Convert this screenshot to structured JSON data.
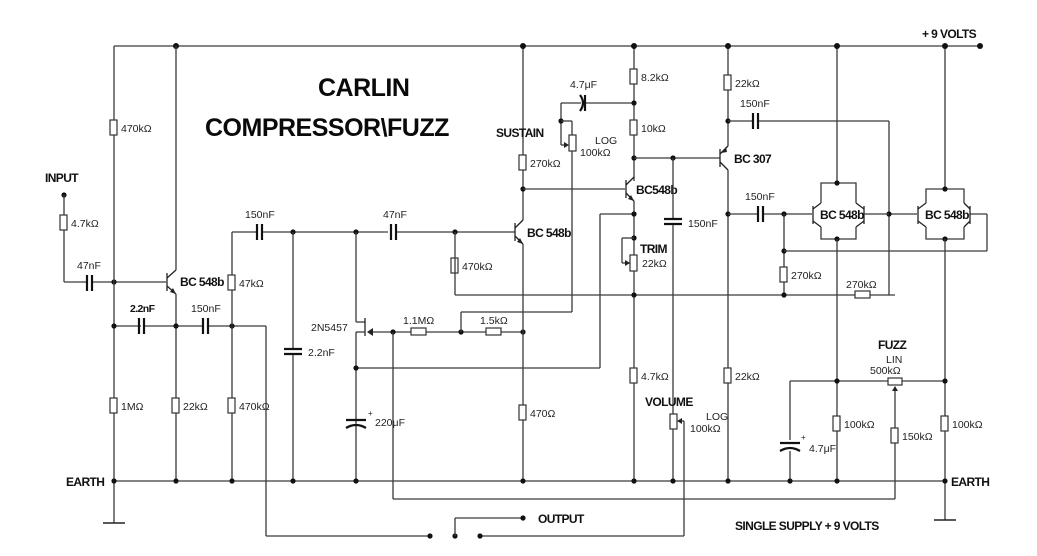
{
  "title": {
    "line1": "CARLIN",
    "line2": "COMPRESSOR\\FUZZ"
  },
  "labels": {
    "supply": "+ 9 VOLTS",
    "input": "INPUT",
    "output": "OUTPUT",
    "earth_left": "EARTH",
    "earth_right": "EARTH",
    "sustain": "SUSTAIN",
    "trim": "TRIM",
    "volume": "VOLUME",
    "fuzz": "FUZZ",
    "footer": "SINGLE SUPPLY + 9 VOLTS"
  },
  "transistors": {
    "q1": "BC 548b",
    "q2": "BC 548b",
    "q3": "BC548b",
    "q4": "BC 307",
    "q5": "BC 548b",
    "q6": "BC 548b",
    "jfet": "2N5457"
  },
  "resistors": {
    "r_in": "4.7kΩ",
    "r_q1_bias_top": "470kΩ",
    "r_q1_bias_bot": "1MΩ",
    "r_q1_emitter": "22kΩ",
    "r_47k": "47kΩ",
    "r_470k_low": "470kΩ",
    "r_q2_bias": "470kΩ",
    "r_1m1": "1.1MΩ",
    "r_1k5": "1.5kΩ",
    "r_q2_collector": "270kΩ",
    "r_q2_emitter": "470Ω",
    "r_8k2": "8.2kΩ",
    "r_10k": "10kΩ",
    "r_4k7_q3": "4.7kΩ",
    "r_q4_collector": "22kΩ",
    "r_q4_emitter": "22kΩ",
    "r_270k_a": "270kΩ",
    "r_270k_b": "270kΩ",
    "r_100k_a": "100kΩ",
    "r_100k_b": "100kΩ",
    "r_150k": "150kΩ"
  },
  "pots": {
    "sustain": {
      "taper": "LOG",
      "value": "100kΩ"
    },
    "trim": {
      "value": "22kΩ"
    },
    "volume": {
      "taper": "LOG",
      "value": "100kΩ"
    },
    "fuzz": {
      "taper": "LIN",
      "value": "500kΩ"
    }
  },
  "capacitors": {
    "c_in": "47nF",
    "c_2n2_a": "2.2nF",
    "c_150n_a": "150nF",
    "c_150n_b": "150nF",
    "c_2n2_b": "2.2nF",
    "c_47n": "47nF",
    "c_220u": "220μF",
    "c_4u7_a": "4.7μF",
    "c_150n_c": "150nF",
    "c_150n_d": "150nF",
    "c_150n_e": "150nF",
    "c_4u7_b": "4.7μF"
  }
}
